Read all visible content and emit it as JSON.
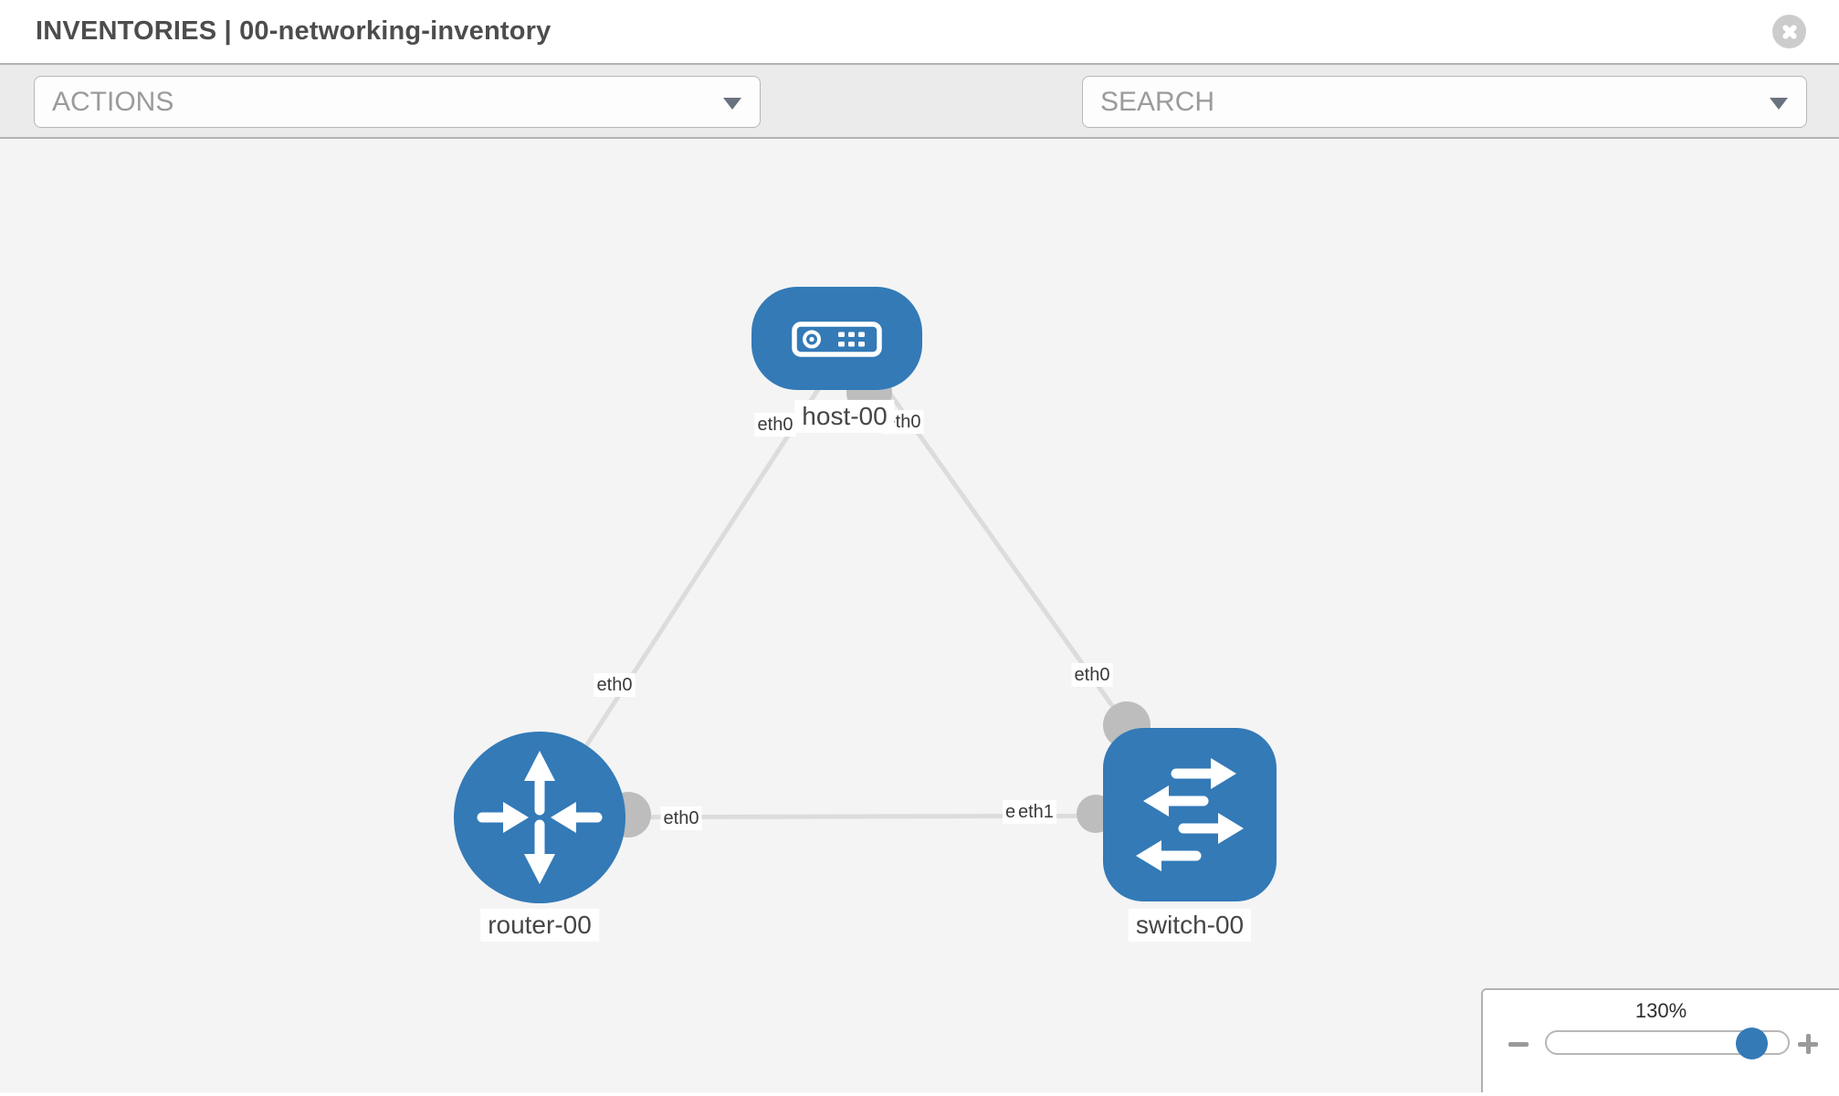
{
  "header": {
    "title": "INVENTORIES | 00-networking-inventory"
  },
  "toolbar": {
    "actions_label": "ACTIONS",
    "search_placeholder": "SEARCH",
    "icons": [
      "wrench-icon",
      "key-icon"
    ]
  },
  "diagram": {
    "nodes": [
      {
        "label": "host-00",
        "type": "host"
      },
      {
        "label": "router-00",
        "type": "router"
      },
      {
        "label": "switch-00",
        "type": "switch"
      }
    ],
    "links": [
      {
        "from": "host-00",
        "from_iface": "eth0",
        "to": "router-00",
        "to_iface": "eth0"
      },
      {
        "from": "host-00",
        "from_iface": "eth0",
        "to": "switch-00",
        "to_iface": "eth0"
      },
      {
        "from": "router-00",
        "from_iface": "eth0",
        "to": "switch-00",
        "to_iface": "eth1",
        "to_iface_overlapped": "eth0"
      }
    ],
    "colors": {
      "node_blue": "#337ab7",
      "link_gray": "#dcdcdc",
      "connector_gray": "#bdbdbd",
      "canvas_bg": "#f4f4f4"
    }
  },
  "zoom_control": {
    "value": "130%",
    "zoom_out_label": "−",
    "zoom_in_label": "+"
  }
}
